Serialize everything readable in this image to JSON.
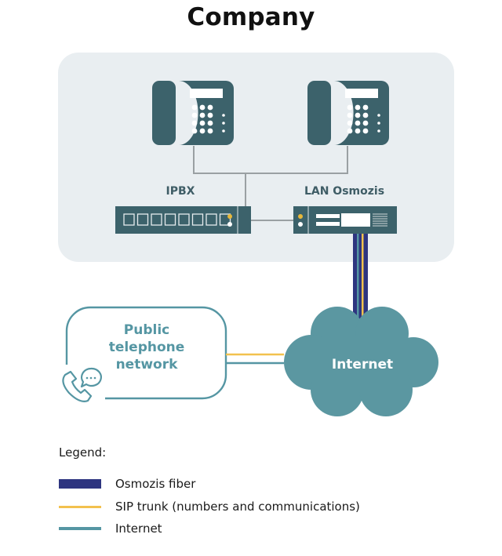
{
  "title": "Company",
  "colors": {
    "company_bg": "#e9eef1",
    "device": "#3c626b",
    "accent_teal": "#5596a3",
    "fiber": "#2e3580",
    "sip": "#f2c14e",
    "wire": "#9aa0a3",
    "led_yellow": "#e8b83a",
    "label_text": "#3f5d66"
  },
  "nodes": {
    "phone_1": {
      "label": "",
      "type": "desk-phone"
    },
    "phone_2": {
      "label": "",
      "type": "desk-phone"
    },
    "ipbx": {
      "label": "IPBX",
      "ports": 8
    },
    "lan": {
      "label": "LAN Osmozis"
    },
    "pstn": {
      "label_lines": [
        "Public",
        "telephone",
        "network"
      ]
    },
    "internet": {
      "label": "Internet"
    }
  },
  "links": [
    {
      "from": "phone_1",
      "to": "ipbx",
      "type": "lan-wire"
    },
    {
      "from": "phone_2",
      "to": "ipbx",
      "type": "lan-wire"
    },
    {
      "from": "ipbx",
      "to": "lan",
      "type": "lan-wire"
    },
    {
      "from": "lan",
      "to": "internet",
      "type": "Osmozis fiber + SIP trunk + Internet"
    },
    {
      "from": "pstn",
      "to": "internet",
      "type": "SIP trunk + Internet"
    }
  ],
  "legend": {
    "title": "Legend:",
    "items": [
      {
        "label": "Osmozis fiber",
        "color": "#2e3580"
      },
      {
        "label": "SIP trunk (numbers and communications)",
        "color": "#f2c14e"
      },
      {
        "label": "Internet",
        "color": "#5596a3"
      }
    ]
  }
}
